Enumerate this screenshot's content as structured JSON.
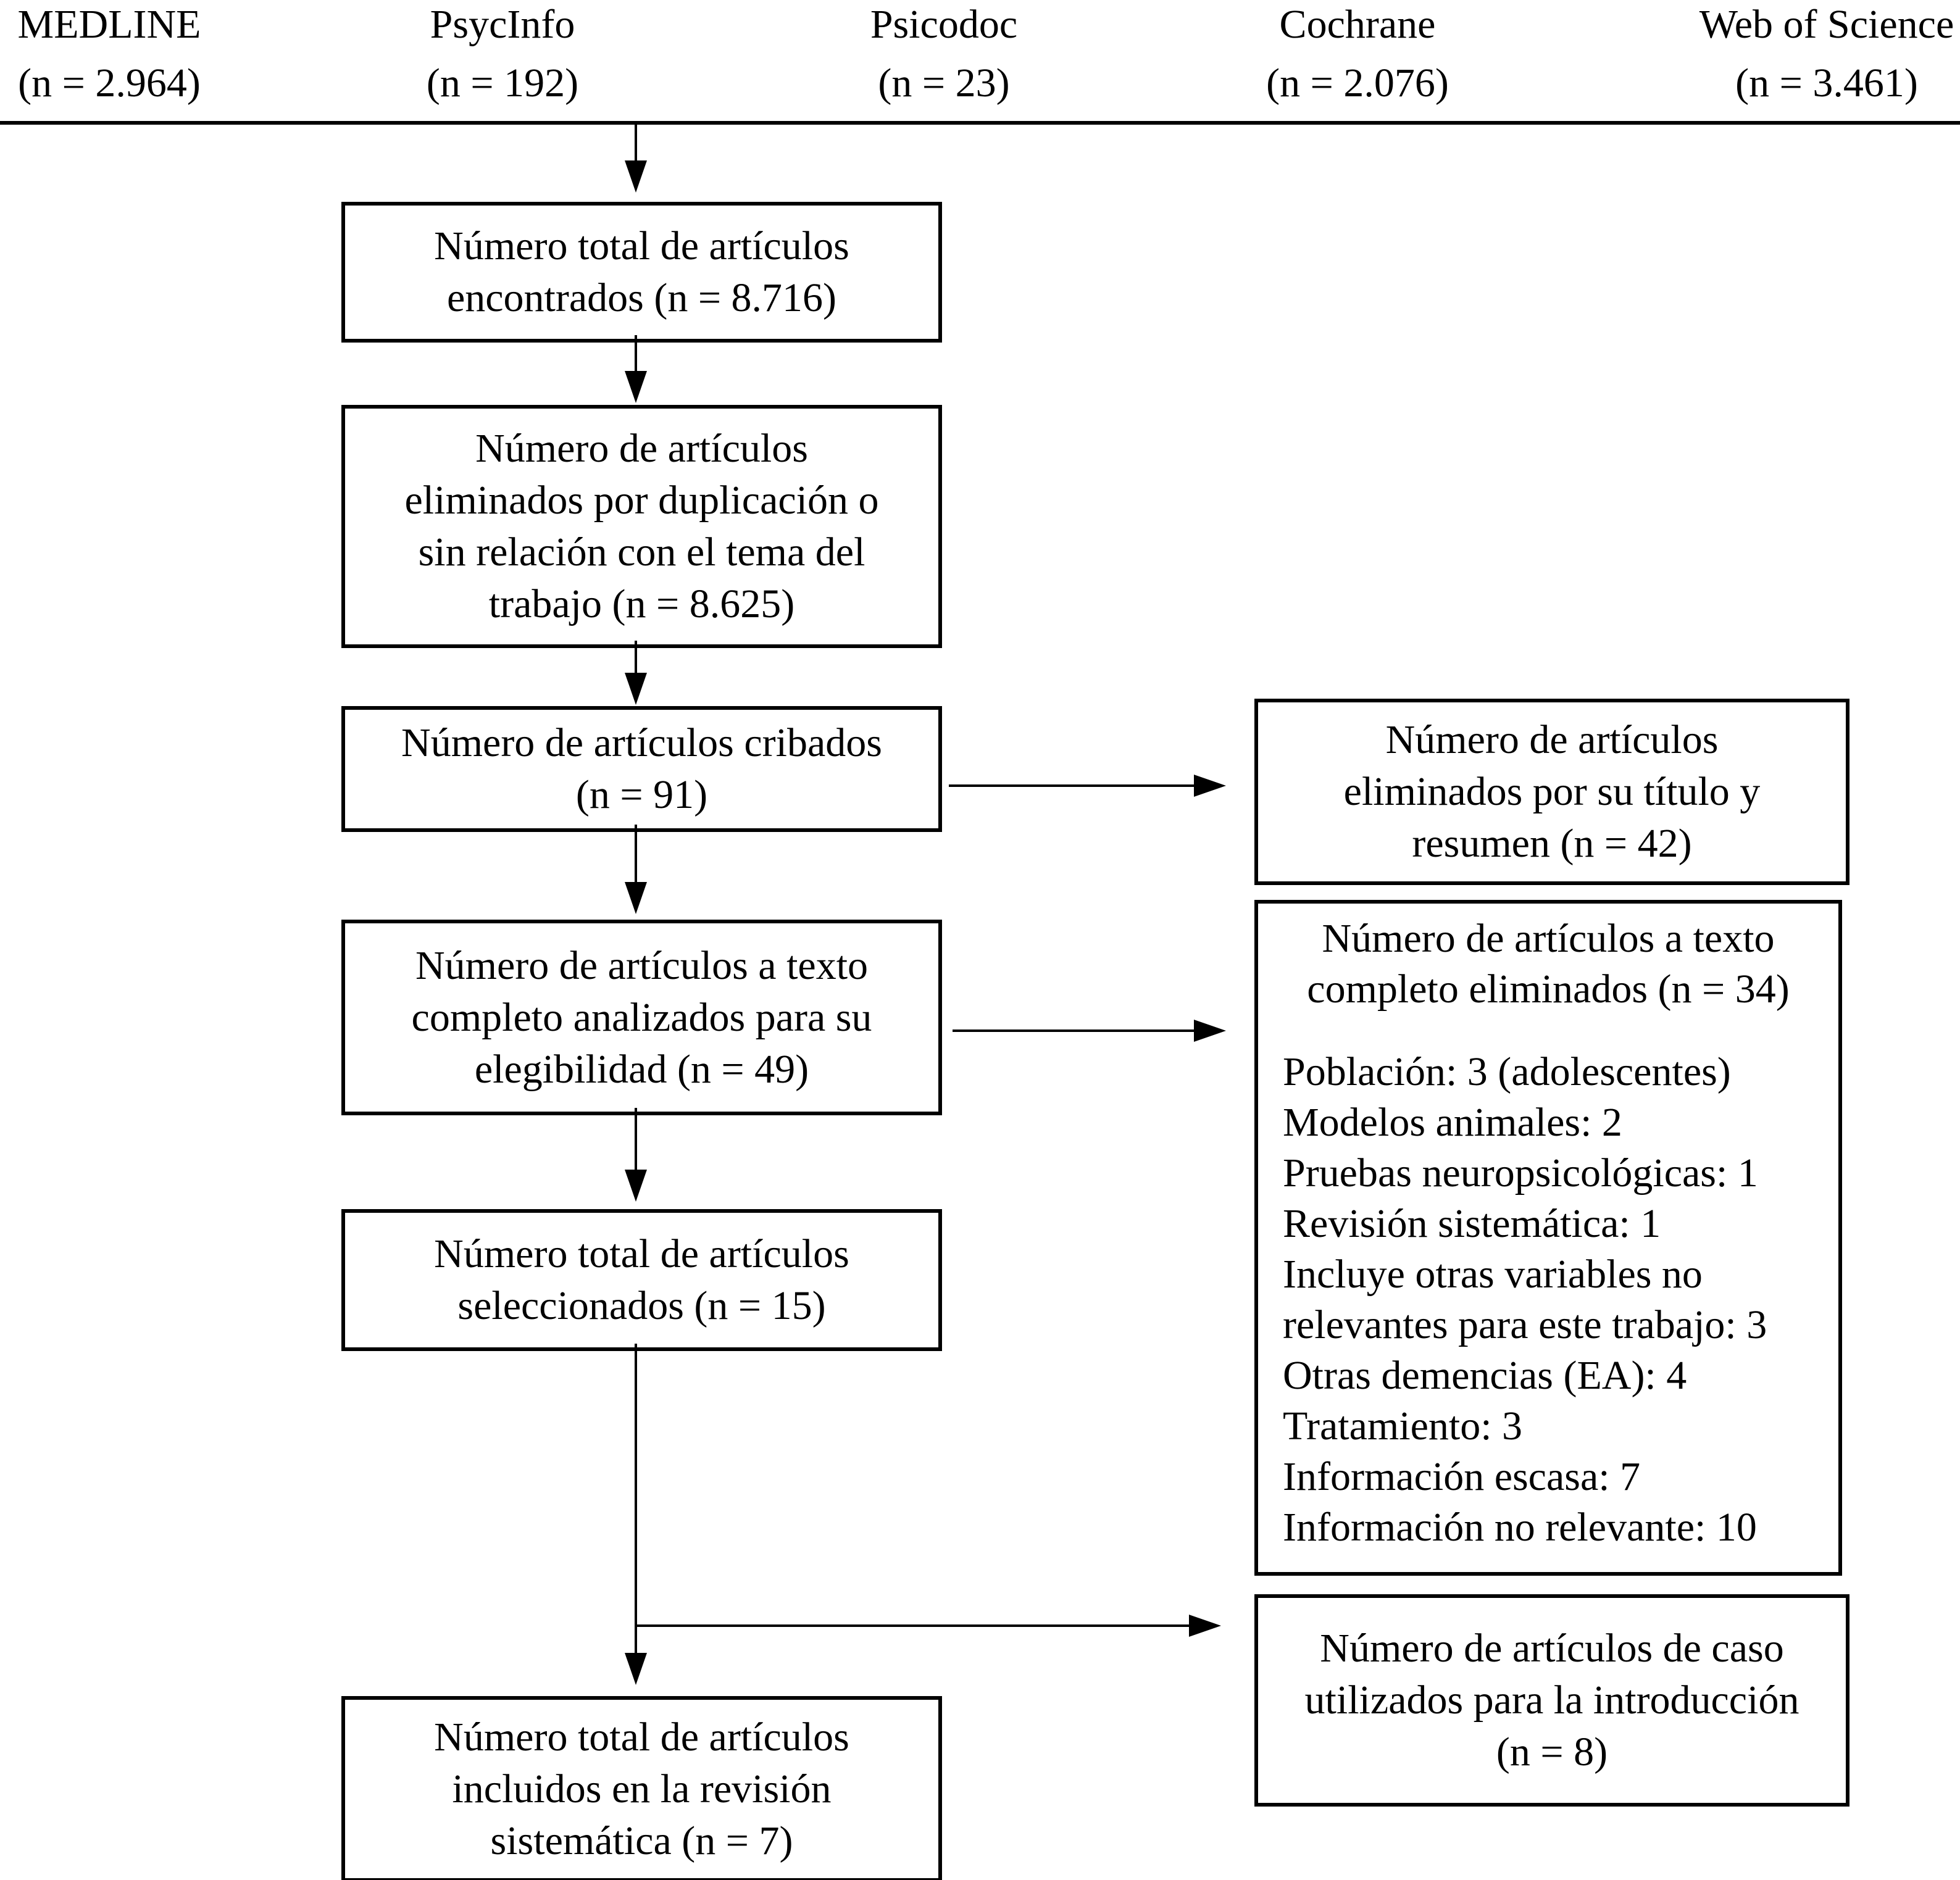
{
  "databases": [
    {
      "name": "MEDLINE",
      "count": "(n = 2.964)"
    },
    {
      "name": "PsycInfo",
      "count": "(n = 192)"
    },
    {
      "name": "Psicodoc",
      "count": "(n = 23)"
    },
    {
      "name": "Cochrane",
      "count": "(n = 2.076)"
    },
    {
      "name": "Web of Science",
      "count": "(n = 3.461)"
    }
  ],
  "flow_boxes": {
    "total_found": {
      "lines": [
        "Número total de artículos",
        "encontrados (n = 8.716)"
      ]
    },
    "removed_duplicates": {
      "lines": [
        "Número de artículos",
        "eliminados por duplicación o",
        "sin relación con el tema del",
        "trabajo (n = 8.625)"
      ]
    },
    "screened": {
      "lines": [
        "Número de artículos cribados",
        "(n = 91)"
      ]
    },
    "fulltext_assessed": {
      "lines": [
        "Número de artículos a texto",
        "completo analizados para su",
        "elegibilidad (n = 49)"
      ]
    },
    "selected": {
      "lines": [
        "Número total de artículos",
        "seleccionados (n = 15)"
      ]
    },
    "included": {
      "lines": [
        "Número total de artículos",
        "incluidos en la revisión",
        "sistemática (n = 7)"
      ]
    }
  },
  "exclusion_boxes": {
    "title_abstract": {
      "lines": [
        "Número de artículos",
        "eliminados por su título y",
        "resumen (n = 42)"
      ]
    },
    "fulltext_excluded": {
      "title_lines": [
        "Número de artículos a texto",
        "completo eliminados (n = 34)"
      ],
      "reason_lines": [
        "Población: 3 (adolescentes)",
        "Modelos animales: 2",
        "Pruebas neuropsicológicas: 1",
        "Revisión sistemática: 1",
        "Incluye otras variables no",
        "relevantes para este trabajo: 3",
        "Otras demencias (EA): 4",
        "Tratamiento: 3",
        "Información escasa: 7",
        "Información no relevante: 10"
      ]
    },
    "case_articles": {
      "lines": [
        "Número de artículos de caso",
        "utilizados para la introducción",
        "(n = 8)"
      ]
    }
  }
}
